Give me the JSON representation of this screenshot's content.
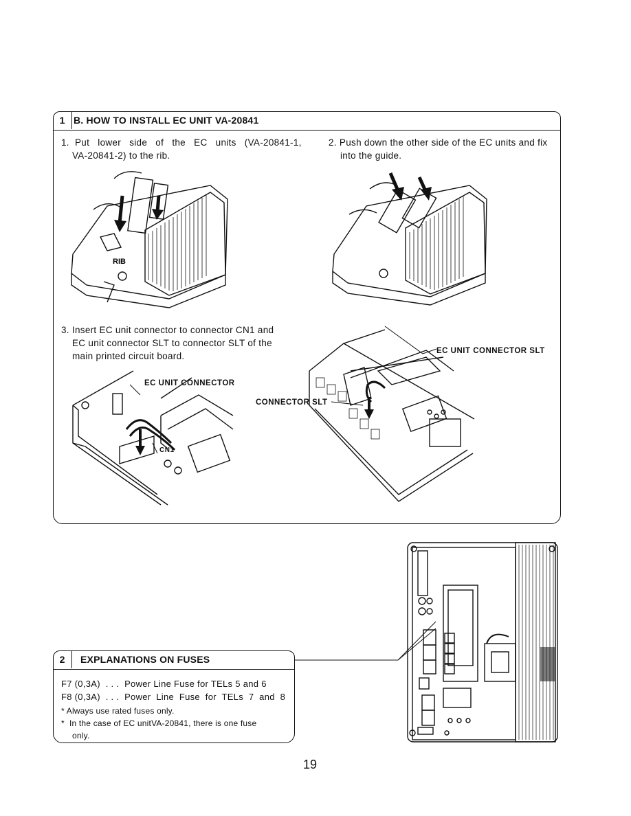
{
  "section1": {
    "number": "1",
    "title": "B. HOW TO INSTALL EC UNIT VA-20841",
    "step1_line1": "1.  Put   lower   side   of   the   EC   units   (VA-20841-1,",
    "step1_line2": "VA-20841-2) to the rib.",
    "step2_line1": "2. Push down the other side of the EC units and fix",
    "step2_line2": "into the guide.",
    "step3_line1": "3. Insert EC unit connector to connector CN1 and",
    "step3_line2": "EC unit connector SLT to connector SLT of the",
    "step3_line3": "main printed circuit board.",
    "label_rib": "RIB",
    "label_ec_unit_connector": "EC UNIT CONNECTOR",
    "label_cn1": "CN1",
    "label_connector_slt": "CONNECTOR SLT",
    "label_ec_unit_connector_slt": "EC UNIT CONNECTOR SLT"
  },
  "section2": {
    "number": "2",
    "title": "EXPLANATIONS ON FUSES",
    "fuse_f7": "F7 (0,3A)  . . .  Power Line Fuse for TELs 5 and 6",
    "fuse_f8": "F8 (0,3A)  . . .  Power  Line  Fuse  for  TELs  7  and  8",
    "note1": "* Always use rated fuses only.",
    "note2_line1": "*  In the case of EC unitVA-20841, there is one fuse",
    "note2_line2": "only."
  },
  "page_number": "19"
}
